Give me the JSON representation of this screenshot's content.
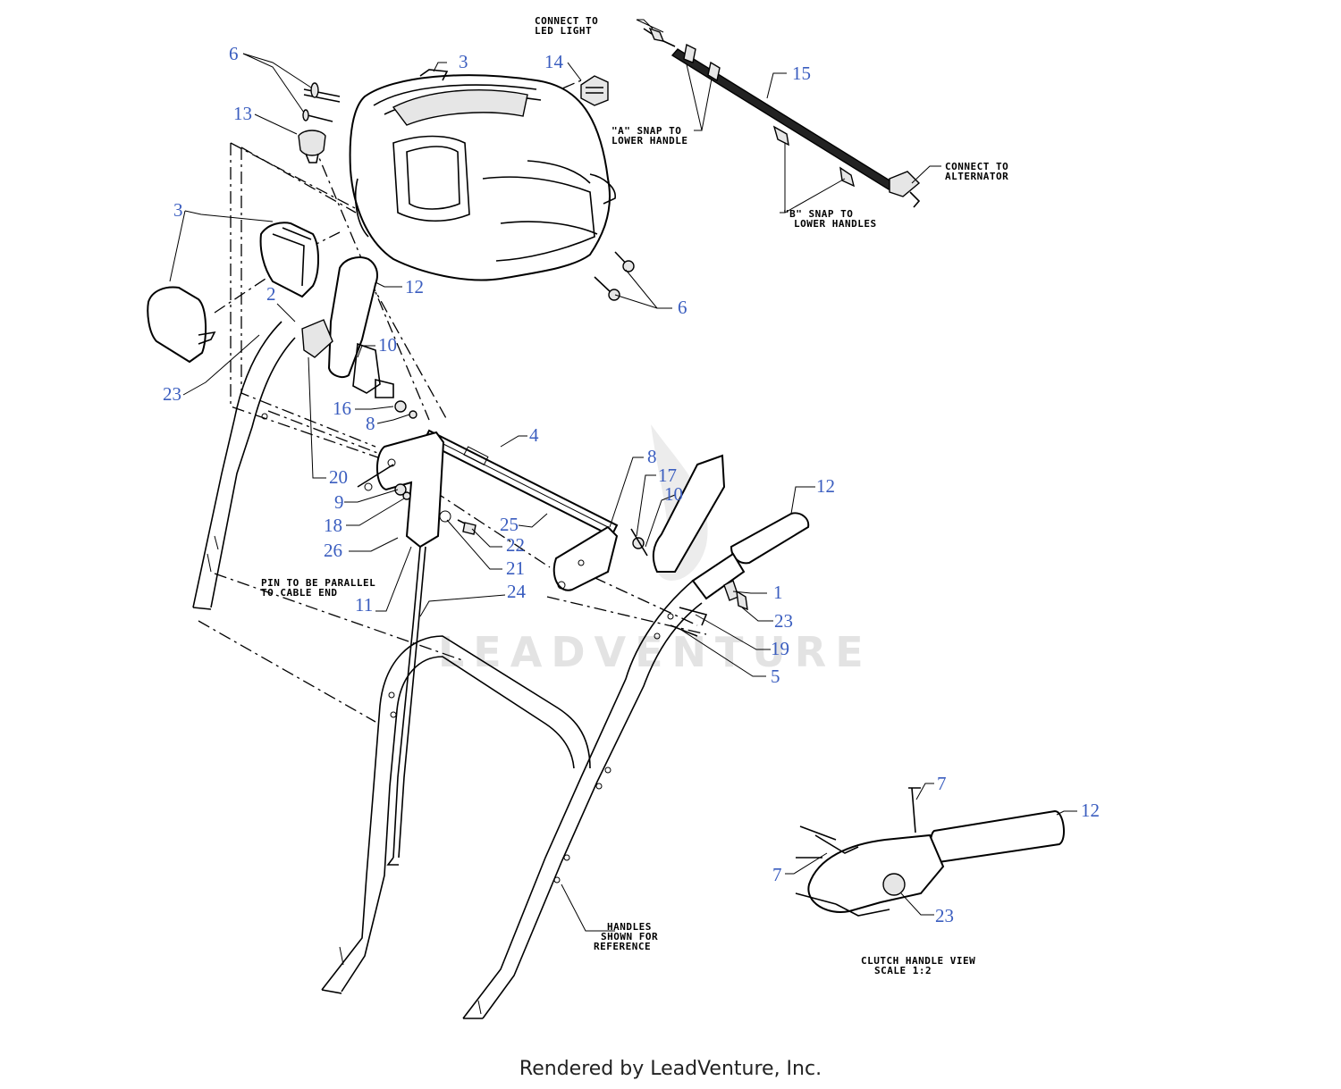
{
  "callouts": [
    {
      "id": "c1",
      "text": "1"
    },
    {
      "id": "c2",
      "text": "2"
    },
    {
      "id": "c3a",
      "text": "3"
    },
    {
      "id": "c3b",
      "text": "3"
    },
    {
      "id": "c4",
      "text": "4"
    },
    {
      "id": "c5",
      "text": "5"
    },
    {
      "id": "c6a",
      "text": "6"
    },
    {
      "id": "c6b",
      "text": "6"
    },
    {
      "id": "c7a",
      "text": "7"
    },
    {
      "id": "c7b",
      "text": "7"
    },
    {
      "id": "c8a",
      "text": "8"
    },
    {
      "id": "c8b",
      "text": "8"
    },
    {
      "id": "c9",
      "text": "9"
    },
    {
      "id": "c10a",
      "text": "10"
    },
    {
      "id": "c10b",
      "text": "10"
    },
    {
      "id": "c11",
      "text": "11"
    },
    {
      "id": "c12a",
      "text": "12"
    },
    {
      "id": "c12b",
      "text": "12"
    },
    {
      "id": "c12c",
      "text": "12"
    },
    {
      "id": "c13",
      "text": "13"
    },
    {
      "id": "c14",
      "text": "14"
    },
    {
      "id": "c15",
      "text": "15"
    },
    {
      "id": "c16",
      "text": "16"
    },
    {
      "id": "c17",
      "text": "17"
    },
    {
      "id": "c18",
      "text": "18"
    },
    {
      "id": "c19",
      "text": "19"
    },
    {
      "id": "c20",
      "text": "20"
    },
    {
      "id": "c21",
      "text": "21"
    },
    {
      "id": "c22",
      "text": "22"
    },
    {
      "id": "c23a",
      "text": "23"
    },
    {
      "id": "c23b",
      "text": "23"
    },
    {
      "id": "c23c",
      "text": "23"
    },
    {
      "id": "c24",
      "text": "24"
    },
    {
      "id": "c25",
      "text": "25"
    },
    {
      "id": "c26",
      "text": "26"
    }
  ],
  "notes": {
    "connect_led_1": "CONNECT TO",
    "connect_led_2": "LED LIGHT",
    "snap_a_1": "\"A\" SNAP TO",
    "snap_a_2": "LOWER HANDLE",
    "connect_alt_1": "CONNECT TO",
    "connect_alt_2": "ALTERNATOR",
    "snap_b_1": "\"B\" SNAP TO",
    "snap_b_2": "LOWER HANDLES",
    "pin_1": "PIN TO BE PARALLEL",
    "pin_2": "TO CABLE END",
    "handles_1": "HANDLES",
    "handles_2": "SHOWN FOR",
    "handles_3": "REFERENCE",
    "clutch_1": "CLUTCH HANDLE VIEW",
    "clutch_2": "SCALE 1:2"
  },
  "watermark": "LEADVENTURE",
  "footer": "Rendered by LeadVenture, Inc.",
  "colors": {
    "callout": "#3a5dbf",
    "line": "#000000",
    "watermark": "#e3e3e3"
  }
}
